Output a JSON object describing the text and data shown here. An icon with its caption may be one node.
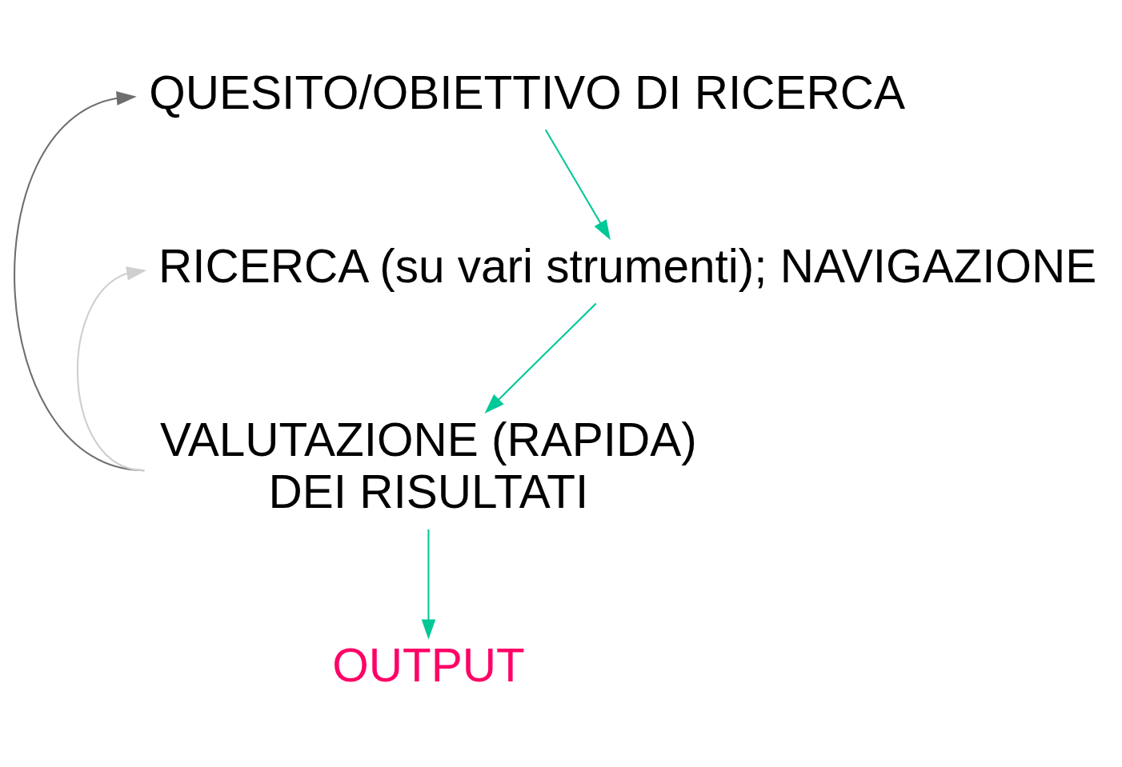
{
  "diagram": {
    "nodes": [
      {
        "text": [
          "QUESITO/OBIETTIVO DI RICERCA"
        ]
      },
      {
        "text": [
          "RICERCA (su vari strumenti); NAVIGAZIONE"
        ]
      },
      {
        "text": [
          "VALUTAZIONE (RAPIDA) DEI RISULTATI"
        ]
      },
      {
        "text": [
          "OUTPUT"
        ]
      }
    ],
    "edges": [
      {
        "from": 0,
        "to": 1,
        "arrow": "to"
      },
      {
        "from": 1,
        "to": 2,
        "arrow": "to"
      },
      {
        "from": 2,
        "to": 3,
        "arrow": "to"
      },
      {
        "from": 2,
        "to": 0,
        "arrow": "to",
        "color": "#6e6e6e"
      },
      {
        "from": 2,
        "to": 1,
        "arrow": "to",
        "color": "#cfcfcf"
      }
    ]
  }
}
